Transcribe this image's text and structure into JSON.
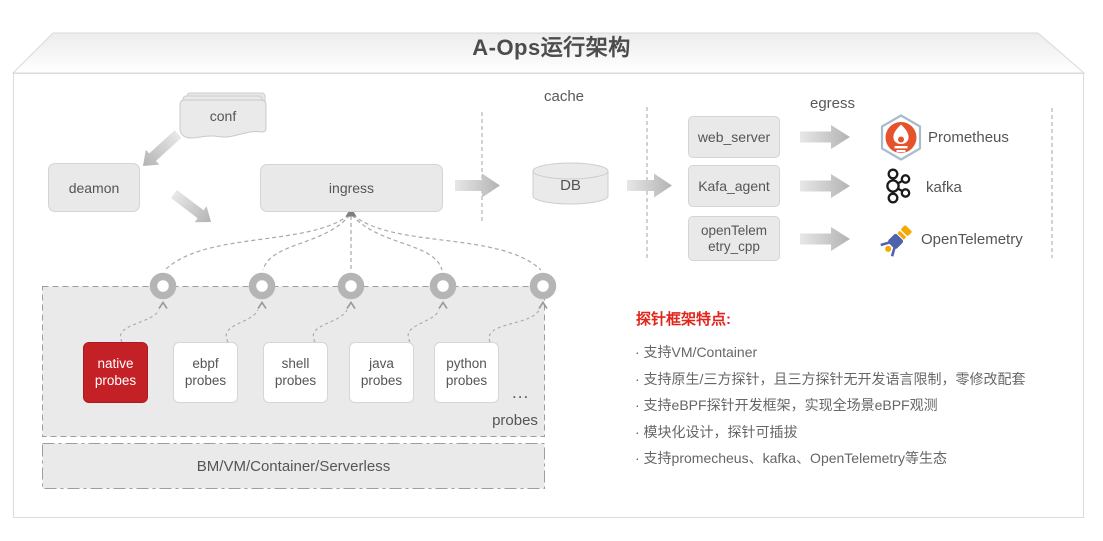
{
  "title": "A-Ops运行架构",
  "pipeline": {
    "conf": "conf",
    "deamon": "deamon",
    "ingress": "ingress",
    "db": "DB",
    "cache_label": "cache",
    "egress_label": "egress",
    "web_server": "web_server",
    "kafka_agent": "Kafa_agent",
    "otel_cpp": "openTelem\netry_cpp"
  },
  "endpoints": [
    {
      "label": "Prometheus",
      "icon": "prometheus-icon"
    },
    {
      "label": "kafka",
      "icon": "kafka-icon"
    },
    {
      "label": "OpenTelemetry",
      "icon": "opentelemetry-icon"
    }
  ],
  "probes": {
    "items": [
      {
        "label": "native\nprobes",
        "highlighted": true
      },
      {
        "label": "ebpf\nprobes",
        "highlighted": false
      },
      {
        "label": "shell\nprobes",
        "highlighted": false
      },
      {
        "label": "java\nprobes",
        "highlighted": false
      },
      {
        "label": "python\nprobes",
        "highlighted": false
      }
    ],
    "ellipsis": "...",
    "group_label": "probes",
    "platform_label": "BM/VM/Container/Serverless"
  },
  "features": {
    "heading": "探针框架特点:",
    "bullets": [
      "· 支持VM/Container",
      "· 支持原生/三方探针，且三方探针无开发语言限制，零修改配套",
      "· 支持eBPF探针开发框架，实现全场景eBPF观测",
      "· 模块化设计，探针可插拔",
      "· 支持promecheus、kafka、OpenTelemetry等生态"
    ]
  },
  "colors": {
    "accent_red": "#c42127",
    "heading_red": "#e1251b",
    "prometheus_orange": "#e6522c",
    "otel_blue": "#4f62ad",
    "otel_orange": "#f5a800",
    "box_gray": "#e9e9e9",
    "line_gray": "#a8a8a8"
  }
}
